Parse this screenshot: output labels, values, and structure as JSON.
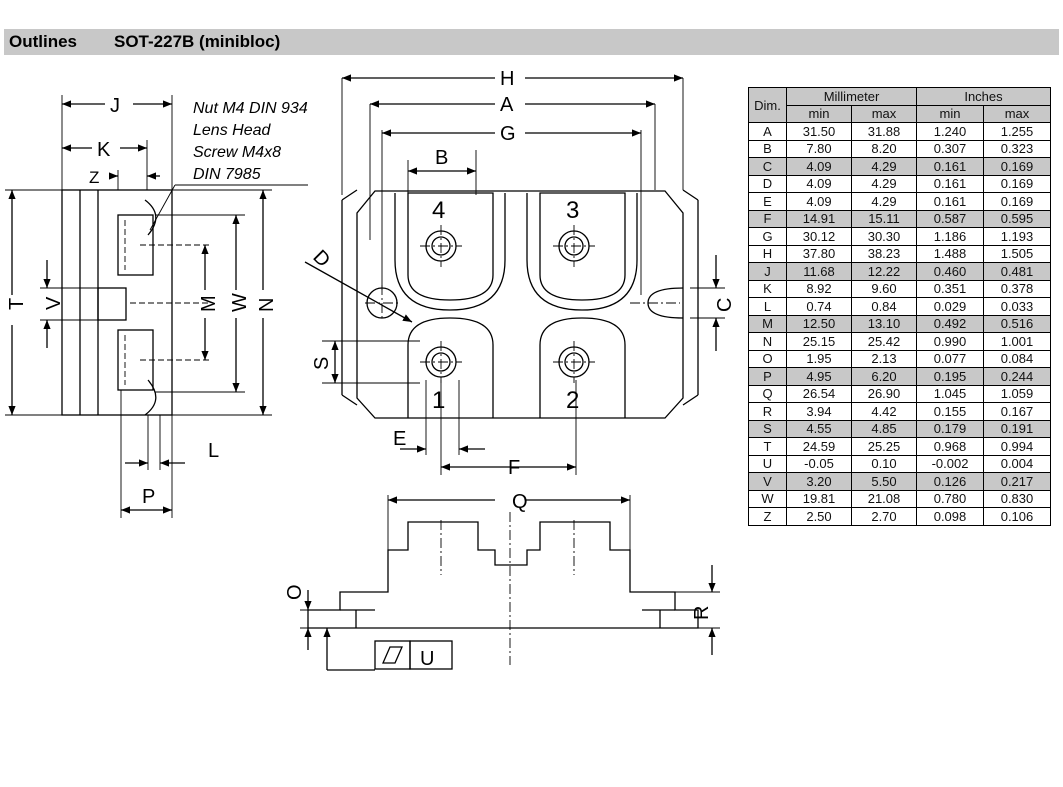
{
  "header": {
    "section_label": "Outlines",
    "package_name": "SOT-227B (minibloc)"
  },
  "drawing": {
    "screw_note": [
      "Nut M4 DIN 934",
      "Lens Head",
      "Screw M4x8",
      "DIN 7985"
    ],
    "pin_labels": [
      "4",
      "3",
      "1",
      "2"
    ],
    "dimension_letters": [
      "H",
      "A",
      "G",
      "B",
      "J",
      "K",
      "Z",
      "D",
      "C",
      "T",
      "V",
      "M",
      "W",
      "N",
      "S",
      "L",
      "P",
      "E",
      "F",
      "Q",
      "O",
      "R",
      "U"
    ]
  },
  "table": {
    "col_dim": "Dim.",
    "col_mm": "Millimeter",
    "col_in": "Inches",
    "sub_min": "min",
    "sub_max": "max",
    "rows": [
      {
        "dim": "A",
        "mm_min": "31.50",
        "mm_max": "31.88",
        "in_min": "1.240",
        "in_max": "1.255",
        "shaded": false
      },
      {
        "dim": "B",
        "mm_min": "7.80",
        "mm_max": "8.20",
        "in_min": "0.307",
        "in_max": "0.323",
        "shaded": false
      },
      {
        "dim": "C",
        "mm_min": "4.09",
        "mm_max": "4.29",
        "in_min": "0.161",
        "in_max": "0.169",
        "shaded": true
      },
      {
        "dim": "D",
        "mm_min": "4.09",
        "mm_max": "4.29",
        "in_min": "0.161",
        "in_max": "0.169",
        "shaded": false
      },
      {
        "dim": "E",
        "mm_min": "4.09",
        "mm_max": "4.29",
        "in_min": "0.161",
        "in_max": "0.169",
        "shaded": false
      },
      {
        "dim": "F",
        "mm_min": "14.91",
        "mm_max": "15.11",
        "in_min": "0.587",
        "in_max": "0.595",
        "shaded": true
      },
      {
        "dim": "G",
        "mm_min": "30.12",
        "mm_max": "30.30",
        "in_min": "1.186",
        "in_max": "1.193",
        "shaded": false
      },
      {
        "dim": "H",
        "mm_min": "37.80",
        "mm_max": "38.23",
        "in_min": "1.488",
        "in_max": "1.505",
        "shaded": false
      },
      {
        "dim": "J",
        "mm_min": "11.68",
        "mm_max": "12.22",
        "in_min": "0.460",
        "in_max": "0.481",
        "shaded": true
      },
      {
        "dim": "K",
        "mm_min": "8.92",
        "mm_max": "9.60",
        "in_min": "0.351",
        "in_max": "0.378",
        "shaded": false
      },
      {
        "dim": "L",
        "mm_min": "0.74",
        "mm_max": "0.84",
        "in_min": "0.029",
        "in_max": "0.033",
        "shaded": false
      },
      {
        "dim": "M",
        "mm_min": "12.50",
        "mm_max": "13.10",
        "in_min": "0.492",
        "in_max": "0.516",
        "shaded": true
      },
      {
        "dim": "N",
        "mm_min": "25.15",
        "mm_max": "25.42",
        "in_min": "0.990",
        "in_max": "1.001",
        "shaded": false
      },
      {
        "dim": "O",
        "mm_min": "1.95",
        "mm_max": "2.13",
        "in_min": "0.077",
        "in_max": "0.084",
        "shaded": false
      },
      {
        "dim": "P",
        "mm_min": "4.95",
        "mm_max": "6.20",
        "in_min": "0.195",
        "in_max": "0.244",
        "shaded": true
      },
      {
        "dim": "Q",
        "mm_min": "26.54",
        "mm_max": "26.90",
        "in_min": "1.045",
        "in_max": "1.059",
        "shaded": false
      },
      {
        "dim": "R",
        "mm_min": "3.94",
        "mm_max": "4.42",
        "in_min": "0.155",
        "in_max": "0.167",
        "shaded": false
      },
      {
        "dim": "S",
        "mm_min": "4.55",
        "mm_max": "4.85",
        "in_min": "0.179",
        "in_max": "0.191",
        "shaded": true
      },
      {
        "dim": "T",
        "mm_min": "24.59",
        "mm_max": "25.25",
        "in_min": "0.968",
        "in_max": "0.994",
        "shaded": false
      },
      {
        "dim": "U",
        "mm_min": "-0.05",
        "mm_max": "0.10",
        "in_min": "-0.002",
        "in_max": "0.004",
        "shaded": false
      },
      {
        "dim": "V",
        "mm_min": "3.20",
        "mm_max": "5.50",
        "in_min": "0.126",
        "in_max": "0.217",
        "shaded": true
      },
      {
        "dim": "W",
        "mm_min": "19.81",
        "mm_max": "21.08",
        "in_min": "0.780",
        "in_max": "0.830",
        "shaded": false
      },
      {
        "dim": "Z",
        "mm_min": "2.50",
        "mm_max": "2.70",
        "in_min": "0.098",
        "in_max": "0.106",
        "shaded": false
      }
    ]
  },
  "colors": {
    "header_bg": "#c8c8c8",
    "shade": "#c8c8c8",
    "line": "#000000"
  }
}
